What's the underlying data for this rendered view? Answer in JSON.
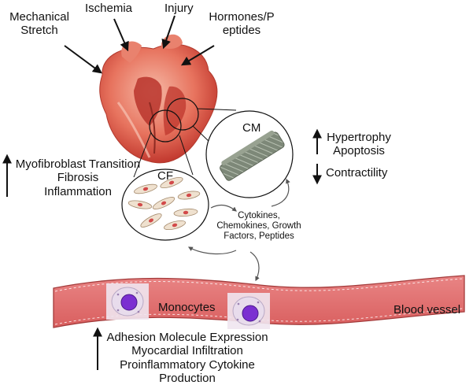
{
  "stimuli": {
    "mechanical_stretch": [
      "Mechanical",
      "Stretch"
    ],
    "ischemia": "Ischemia",
    "injury": "Injury",
    "hormones_peptides": [
      "Hormones/P",
      "eptides"
    ]
  },
  "cm": {
    "label": "CM",
    "effects": {
      "up": [
        "Hypertrophy",
        "Apoptosis"
      ],
      "down": "Contractility"
    }
  },
  "cf": {
    "label": "CF",
    "effects_up": [
      "Myofibroblast Transition",
      "Fibrosis",
      "Inflammation"
    ]
  },
  "mediators": [
    "Cytokines,",
    "Chemokines, Growth",
    "Factors, Peptides"
  ],
  "vessel": {
    "label": "Blood vessel",
    "monocytes_label": "Monocytes",
    "effects_up": [
      "Adhesion Molecule Expression",
      "Myocardial Infiltration",
      "Proinflammatory Cytokine Production"
    ]
  },
  "colors": {
    "vessel_fill": "#e07272",
    "vessel_edge": "#a33a3a",
    "heart_red": "#d9473b",
    "heart_light": "#f1a48f",
    "monocyte_nucleus": "#7b2fd1",
    "myocyte": "#7f8a77"
  }
}
